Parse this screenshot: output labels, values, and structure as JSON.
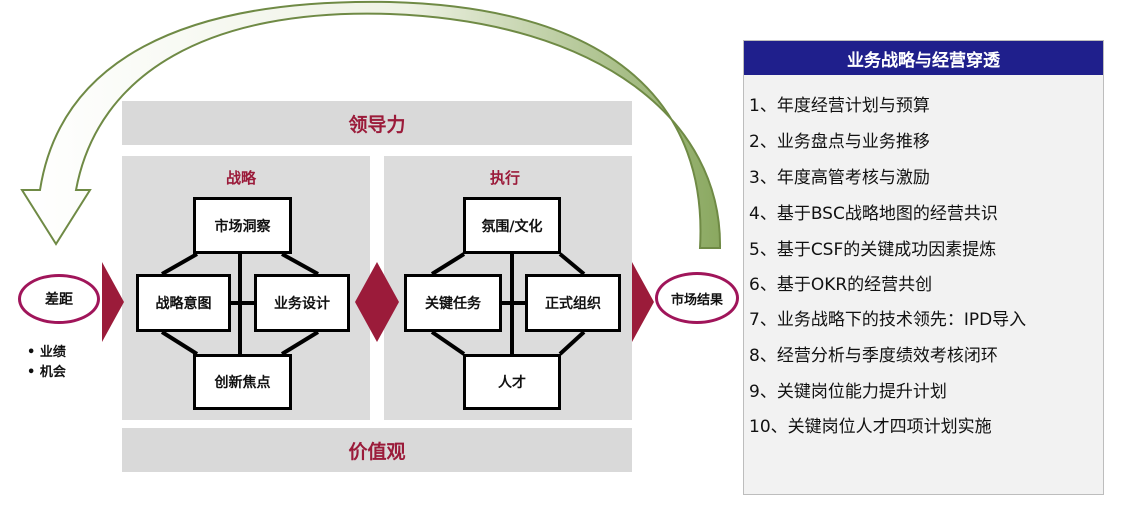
{
  "leadership": "领导力",
  "values": "价值观",
  "strategy": {
    "title": "战略",
    "top": "市场洞察",
    "left": "战略意图",
    "right": "业务设计",
    "bottom": "创新焦点"
  },
  "execution": {
    "title": "执行",
    "top": "氛围/文化",
    "left": "关键任务",
    "right": "正式组织",
    "bottom": "人才"
  },
  "gap": "差距",
  "gap_bullets": [
    "业绩",
    "机会"
  ],
  "result": "市场结果",
  "right_panel": {
    "title": "业务战略与经营穿透",
    "items": [
      "1、年度经营计划与预算",
      "2、业务盘点与业务推移",
      "3、年度高管考核与激励",
      "4、基于BSC战略地图的经营共识",
      "5、基于CSF的关键成功因素提炼",
      "6、基于OKR的经营共创",
      "7、业务战略下的技术领先：IPD导入",
      "8、经营分析与季度绩效考核闭环",
      "9、关键岗位能力提升计划",
      "10、关键岗位人才四项计划实施"
    ]
  },
  "colors": {
    "accent_red": "#9b1b3a",
    "arrow_green": "#7a9a4a",
    "header_blue": "#1f1f8c"
  }
}
